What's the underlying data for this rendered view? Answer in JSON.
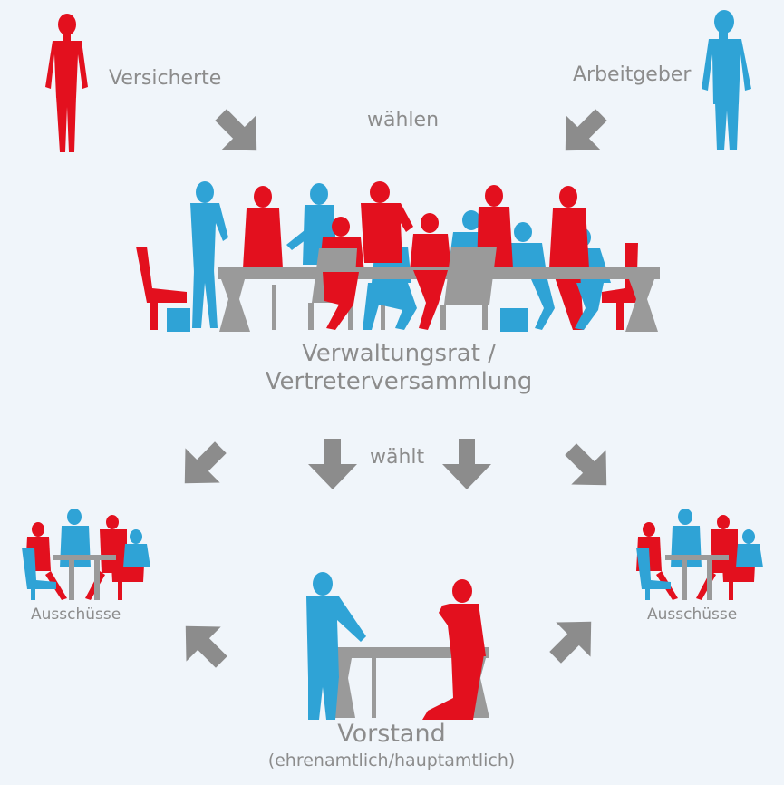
{
  "colors": {
    "background": "#f0f5fa",
    "insured": "#e3101e",
    "employer": "#2fa3d6",
    "arrow": "#8c8c8c",
    "text": "#8c8c8c"
  },
  "labels": {
    "versicherte": "Versicherte",
    "arbeitgeber": "Arbeitgeber",
    "waehlen": "wählen",
    "council_line1": "Verwaltungsrat /",
    "council_line2": "Vertreterversammlung",
    "waehlt": "wählt",
    "committees_left": "Ausschüsse",
    "committees_right": "Ausschüsse",
    "board": "Vorstand",
    "board_sub": "(ehrenamtlich/hauptamtlich)"
  },
  "icons": {
    "insured": "standing-woman-icon",
    "employer": "standing-man-icon",
    "council": "meeting-table-group-icon",
    "committees": "small-meeting-group-icon",
    "board": "board-discussion-icon",
    "arrows": "arrow-icon"
  }
}
